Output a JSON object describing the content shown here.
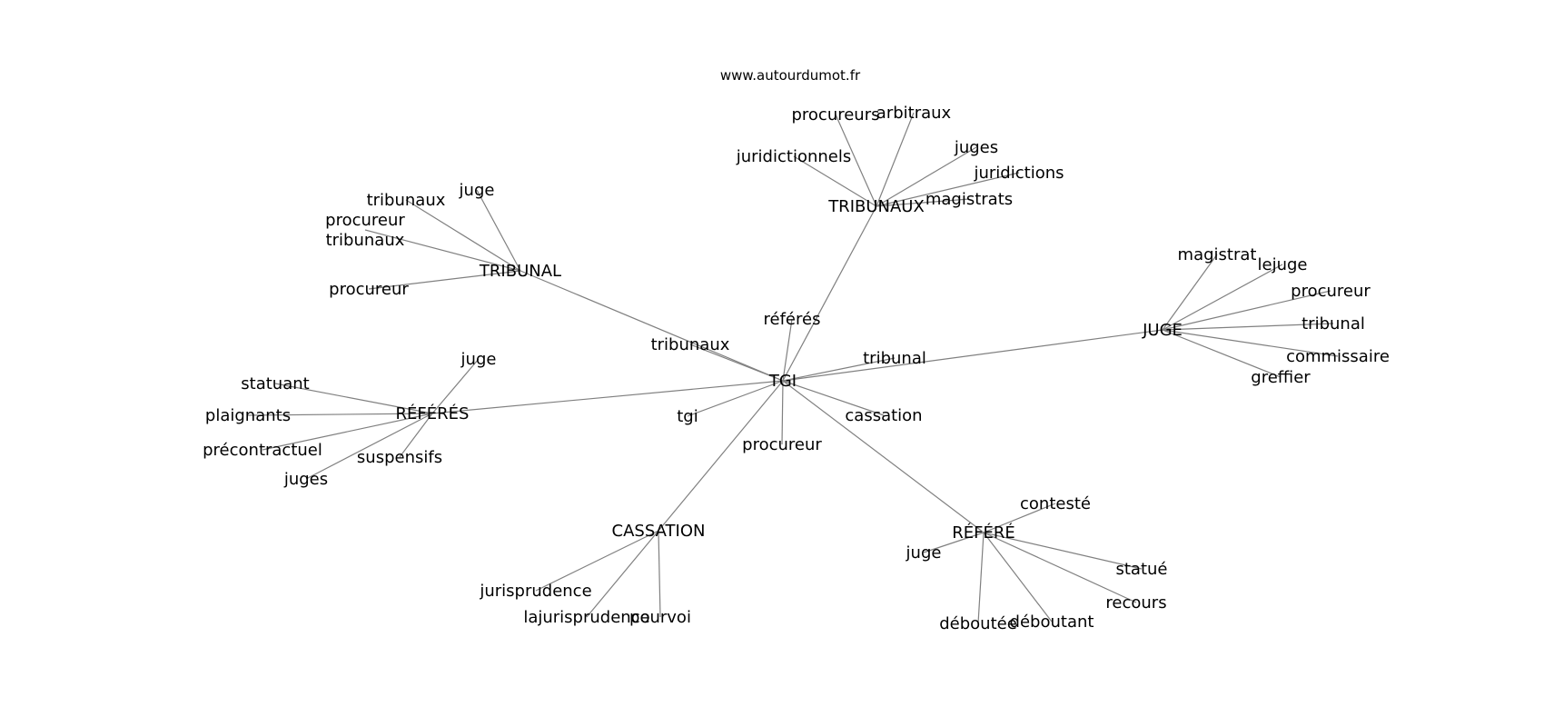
{
  "watermark": "www.autourdumot.fr",
  "nodes": [
    {
      "id": "tgi_center",
      "label": "TGI"
    },
    {
      "id": "tribunal_hub",
      "label": "TRIBUNAL"
    },
    {
      "id": "tribunaux_hub",
      "label": "TRIBUNAUX"
    },
    {
      "id": "juge_hub",
      "label": "JUGE"
    },
    {
      "id": "referes_hub",
      "label": "RÉFÉRÉS"
    },
    {
      "id": "cassation_hub",
      "label": "CASSATION"
    },
    {
      "id": "refere_hub",
      "label": "RÉFÉRÉ"
    },
    {
      "id": "t_juge",
      "label": "juge"
    },
    {
      "id": "t_tribunaux",
      "label": "tribunaux"
    },
    {
      "id": "t_procureur_tribunaux",
      "label": "procureur tribunaux"
    },
    {
      "id": "t_procureur",
      "label": "procureur"
    },
    {
      "id": "tx_procureurs",
      "label": "procureurs"
    },
    {
      "id": "tx_arbitraux",
      "label": "arbitraux"
    },
    {
      "id": "tx_juridictionnels",
      "label": "juridictionnels"
    },
    {
      "id": "tx_juges",
      "label": "juges"
    },
    {
      "id": "tx_juridictions",
      "label": "juridictions"
    },
    {
      "id": "tx_magistrats",
      "label": "magistrats"
    },
    {
      "id": "j_magistrat",
      "label": "magistrat"
    },
    {
      "id": "j_lejuge",
      "label": "lejuge"
    },
    {
      "id": "j_procureur",
      "label": "procureur"
    },
    {
      "id": "j_tribunal",
      "label": "tribunal"
    },
    {
      "id": "j_commissaire",
      "label": "commissaire"
    },
    {
      "id": "j_greffier",
      "label": "greffier"
    },
    {
      "id": "c_referes",
      "label": "référés"
    },
    {
      "id": "c_tribunaux",
      "label": "tribunaux"
    },
    {
      "id": "c_tribunal",
      "label": "tribunal"
    },
    {
      "id": "c_tgi",
      "label": "tgi"
    },
    {
      "id": "c_cassation",
      "label": "cassation"
    },
    {
      "id": "c_procureur",
      "label": "procureur"
    },
    {
      "id": "rs_juge",
      "label": "juge"
    },
    {
      "id": "rs_statuant",
      "label": "statuant"
    },
    {
      "id": "rs_plaignants",
      "label": "plaignants"
    },
    {
      "id": "rs_precontractuel",
      "label": "précontractuel"
    },
    {
      "id": "rs_suspensifs",
      "label": "suspensifs"
    },
    {
      "id": "rs_juges",
      "label": "juges"
    },
    {
      "id": "ca_jurisprudence",
      "label": "jurisprudence"
    },
    {
      "id": "ca_lajurisprudence",
      "label": "lajurisprudence"
    },
    {
      "id": "ca_pourvoi",
      "label": "pourvoi"
    },
    {
      "id": "r_conteste",
      "label": "contesté"
    },
    {
      "id": "r_juge",
      "label": "juge"
    },
    {
      "id": "r_statue",
      "label": "statué"
    },
    {
      "id": "r_recours",
      "label": "recours"
    },
    {
      "id": "r_deboutee",
      "label": "déboutée"
    },
    {
      "id": "r_deboutant",
      "label": "déboutant"
    }
  ],
  "edges": [
    [
      "tgi_center",
      "tribunal_hub"
    ],
    [
      "tgi_center",
      "tribunaux_hub"
    ],
    [
      "tgi_center",
      "juge_hub"
    ],
    [
      "tgi_center",
      "referes_hub"
    ],
    [
      "tgi_center",
      "cassation_hub"
    ],
    [
      "tgi_center",
      "refere_hub"
    ],
    [
      "tgi_center",
      "c_referes"
    ],
    [
      "tgi_center",
      "c_tribunaux"
    ],
    [
      "tgi_center",
      "c_tribunal"
    ],
    [
      "tgi_center",
      "c_tgi"
    ],
    [
      "tgi_center",
      "c_cassation"
    ],
    [
      "tgi_center",
      "c_procureur"
    ],
    [
      "tribunal_hub",
      "t_juge"
    ],
    [
      "tribunal_hub",
      "t_tribunaux"
    ],
    [
      "tribunal_hub",
      "t_procureur_tribunaux"
    ],
    [
      "tribunal_hub",
      "t_procureur"
    ],
    [
      "tribunaux_hub",
      "tx_procureurs"
    ],
    [
      "tribunaux_hub",
      "tx_arbitraux"
    ],
    [
      "tribunaux_hub",
      "tx_juridictionnels"
    ],
    [
      "tribunaux_hub",
      "tx_juges"
    ],
    [
      "tribunaux_hub",
      "tx_juridictions"
    ],
    [
      "tribunaux_hub",
      "tx_magistrats"
    ],
    [
      "juge_hub",
      "j_magistrat"
    ],
    [
      "juge_hub",
      "j_lejuge"
    ],
    [
      "juge_hub",
      "j_procureur"
    ],
    [
      "juge_hub",
      "j_tribunal"
    ],
    [
      "juge_hub",
      "j_commissaire"
    ],
    [
      "juge_hub",
      "j_greffier"
    ],
    [
      "referes_hub",
      "rs_juge"
    ],
    [
      "referes_hub",
      "rs_statuant"
    ],
    [
      "referes_hub",
      "rs_plaignants"
    ],
    [
      "referes_hub",
      "rs_precontractuel"
    ],
    [
      "referes_hub",
      "rs_suspensifs"
    ],
    [
      "referes_hub",
      "rs_juges"
    ],
    [
      "cassation_hub",
      "ca_jurisprudence"
    ],
    [
      "cassation_hub",
      "ca_lajurisprudence"
    ],
    [
      "cassation_hub",
      "ca_pourvoi"
    ],
    [
      "refere_hub",
      "r_conteste"
    ],
    [
      "refere_hub",
      "r_juge"
    ],
    [
      "refere_hub",
      "r_statue"
    ],
    [
      "refere_hub",
      "r_recours"
    ],
    [
      "refere_hub",
      "r_deboutee"
    ],
    [
      "refere_hub",
      "r_deboutant"
    ]
  ]
}
